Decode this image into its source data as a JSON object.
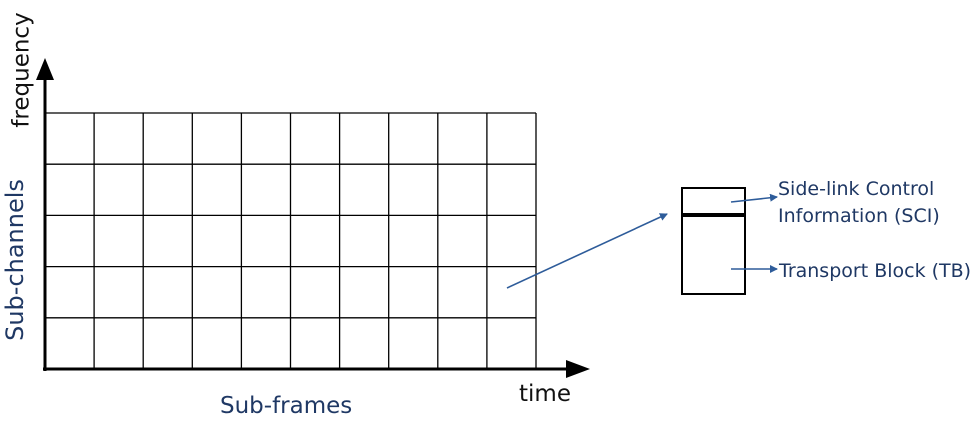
{
  "axes": {
    "x_label": "time",
    "y_label": "frequency"
  },
  "grid": {
    "rows_label": "Sub-channels",
    "cols_label": "Sub-frames",
    "rows": 5,
    "cols": 10
  },
  "block": {
    "sci_label": "Side-link Control\nInformation (SCI)",
    "tb_label": "Transport Block (TB)"
  },
  "colors": {
    "axis": "#000000",
    "grid_line": "#000000",
    "label_blue": "#1f3864",
    "arrow_blue": "#2e5c9a"
  }
}
